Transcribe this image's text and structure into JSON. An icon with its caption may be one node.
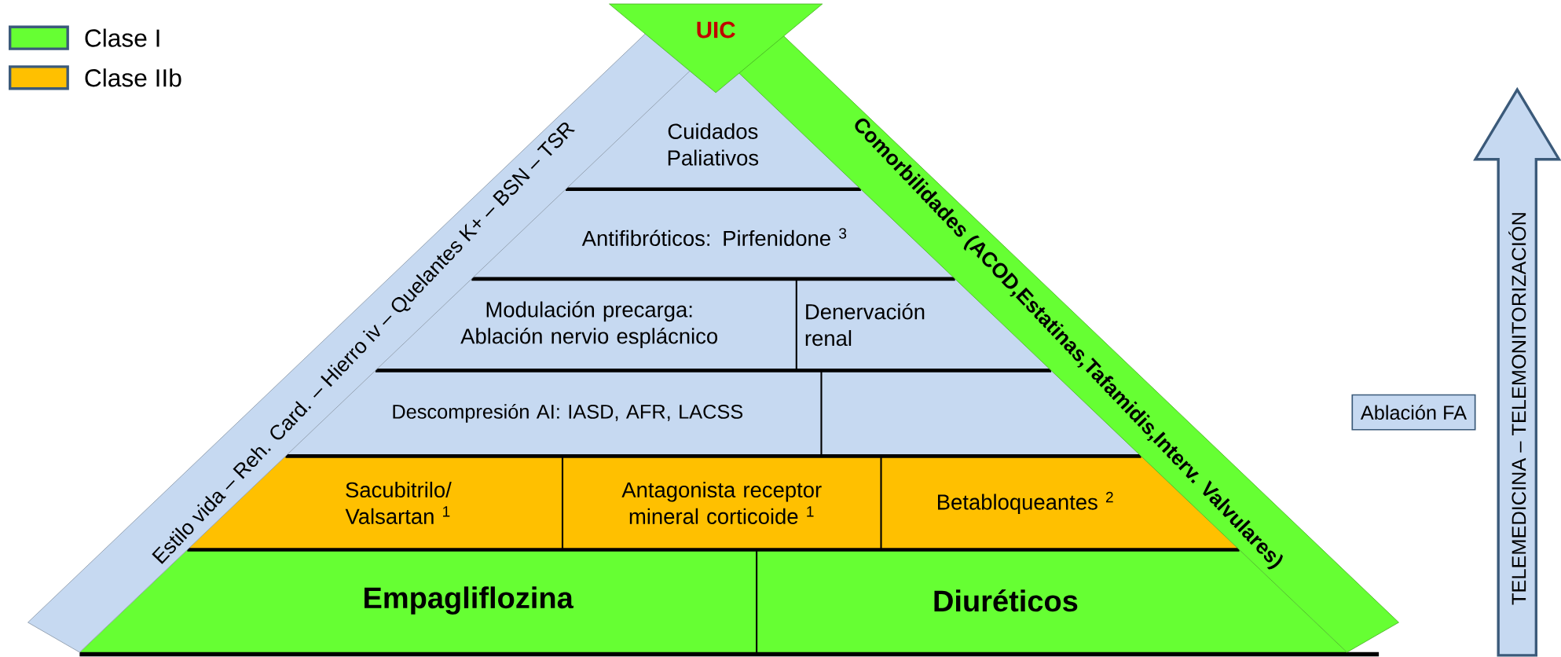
{
  "diagram": {
    "nodes": [
      {
        "text": [
          "UIC"
        ]
      },
      {
        "text": [
          "Estilo vida – Reh. Card. – Hierro iv – Quelantes K+ – BSN – TSR"
        ]
      },
      {
        "text": [
          "Comorbilidades (ACOD,Estatinas,Tafamidis,Interv. Valvulares)"
        ]
      },
      {
        "text": [
          "Cuidados Paliativos"
        ]
      },
      {
        "text": [
          "Antifibróticos: Pirfenidone $^{3}$"
        ]
      },
      {
        "text": [
          "Modulación precarga: Ablación nervio esplácnico"
        ]
      },
      {
        "text": [
          "Denervación renal"
        ]
      },
      {
        "text": [
          "Descompresión AI: IASD, AFR, LACSS"
        ]
      },
      {
        "text": [],
        "shape": "box"
      },
      {
        "text": [
          "Sacubitrilo/ Valsartan $^{1}$"
        ]
      },
      {
        "text": [
          "Antagonista receptor mineral corticoide $^{1}$"
        ]
      },
      {
        "text": [
          "Betabloqueantes $^{2}$"
        ]
      },
      {
        "text": [
          "Empagliflozina"
        ]
      },
      {
        "text": [
          "Diuréticos"
        ]
      },
      {
        "text": [
          "Ablación FA"
        ]
      },
      {
        "text": [
          "TELEMEDICINA – TELEMONITORIZACIÓN"
        ]
      }
    ],
    "legend": [
      {
        "text": "Clase I",
        "color": "#66ff33"
      },
      {
        "text": "Clase IIb",
        "color": "#ffc000"
      }
    ]
  }
}
